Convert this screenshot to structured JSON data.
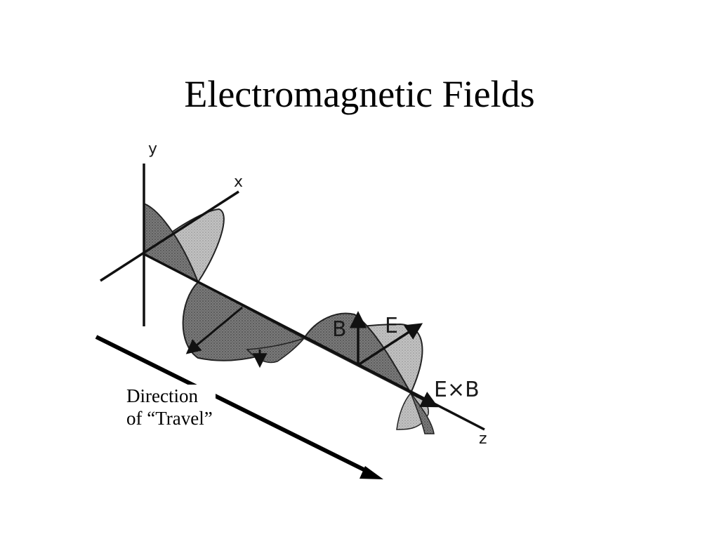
{
  "slide": {
    "title": "Electromagnetic Fields"
  },
  "diagram": {
    "axes": {
      "x_label": "x",
      "y_label": "y",
      "z_label": "z"
    },
    "vectors": {
      "b_label": "B",
      "e_label": "E",
      "poynting_label": "E×B"
    },
    "caption": {
      "line1": "Direction",
      "line2": "of “Travel”"
    }
  },
  "colors": {
    "ink": "#111111",
    "dark_shade": "#6e6e6e",
    "light_shade": "#b8b8b8"
  }
}
